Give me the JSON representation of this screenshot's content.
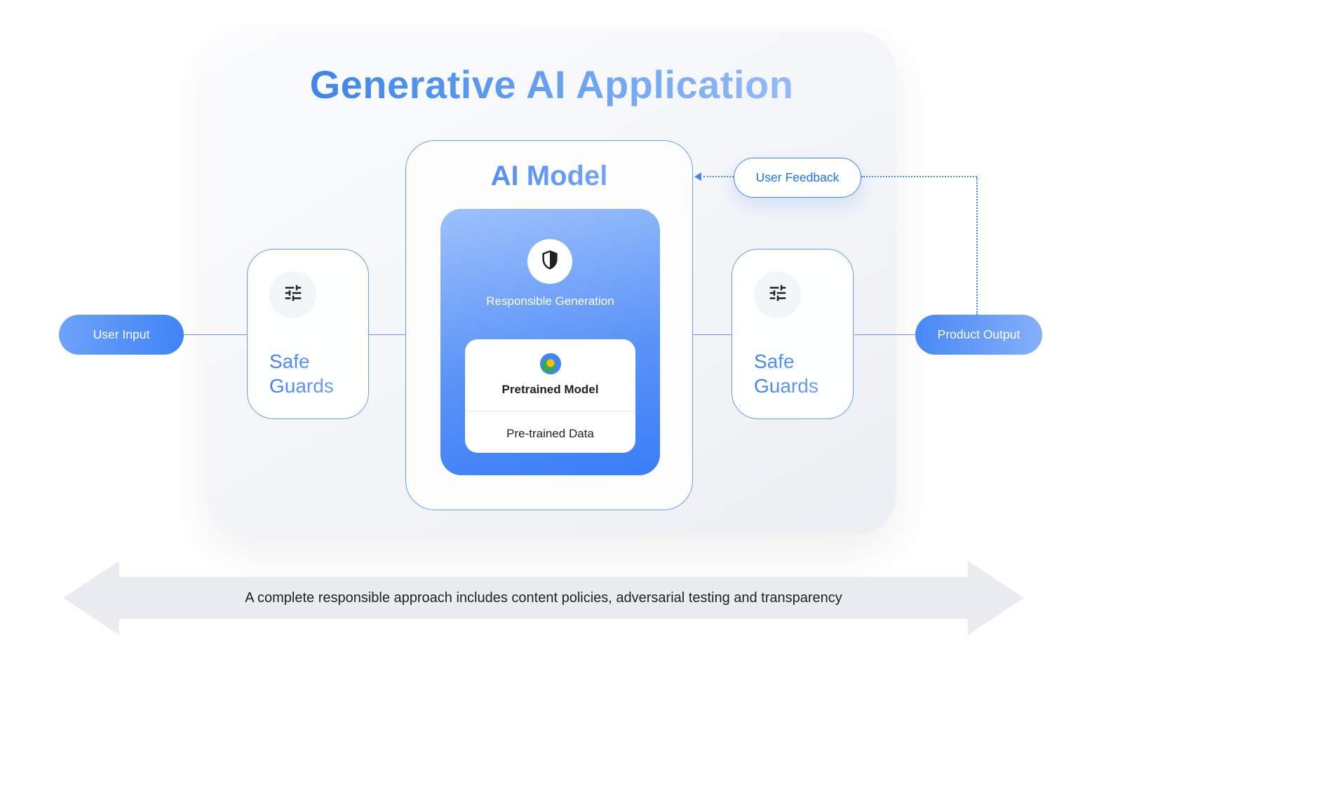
{
  "page": {
    "title": "Generative AI Application",
    "footer_note": "A complete responsible approach includes content policies, adversarial testing and transparency"
  },
  "nodes": {
    "user_input": {
      "label": "User Input"
    },
    "product_output": {
      "label": "Product Output"
    },
    "user_feedback": {
      "label": "User Feedback"
    },
    "safeguards_left": {
      "label": "Safe Guards",
      "icon": "tune-icon"
    },
    "safeguards_right": {
      "label": "Safe Guards",
      "icon": "tune-icon"
    },
    "ai_model": {
      "title": "AI Model",
      "responsible_generation": {
        "label": "Responsible Generation",
        "icon": "shield-icon"
      },
      "pretrained": {
        "model_label": "Pretrained Model",
        "data_label": "Pre-trained Data",
        "icon": "model-icon"
      }
    }
  },
  "colors": {
    "accent_blue": "#4285F4",
    "light_blue": "#A8C7FA",
    "link_blue": "#1A73E8",
    "green": "#34A853",
    "yellow": "#FBBC04",
    "banner_gray": "#E9ECF0"
  }
}
